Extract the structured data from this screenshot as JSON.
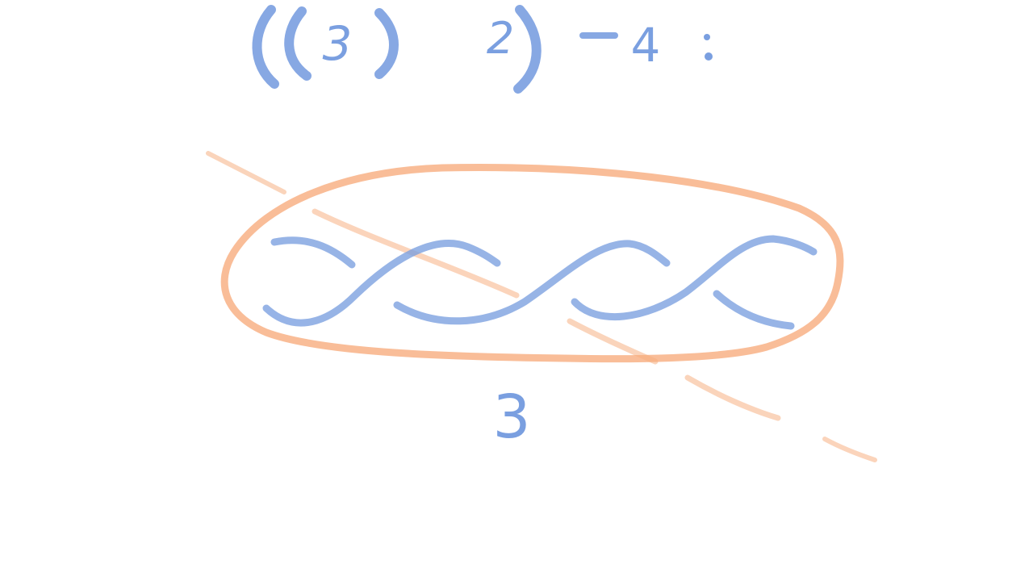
{
  "header": {
    "open_outer": "(",
    "open_inner": "(",
    "first_num": "3",
    "close_inner": ")",
    "second_num": "2",
    "close_outer": ")",
    "minus": "−",
    "third_num": "4",
    "colon": ":"
  },
  "diagram": {
    "twist_count_label": "3"
  },
  "colors": {
    "ink_blue": "#7a9fe0",
    "ink_orange": "#f7b184",
    "background": "#ffffff"
  }
}
